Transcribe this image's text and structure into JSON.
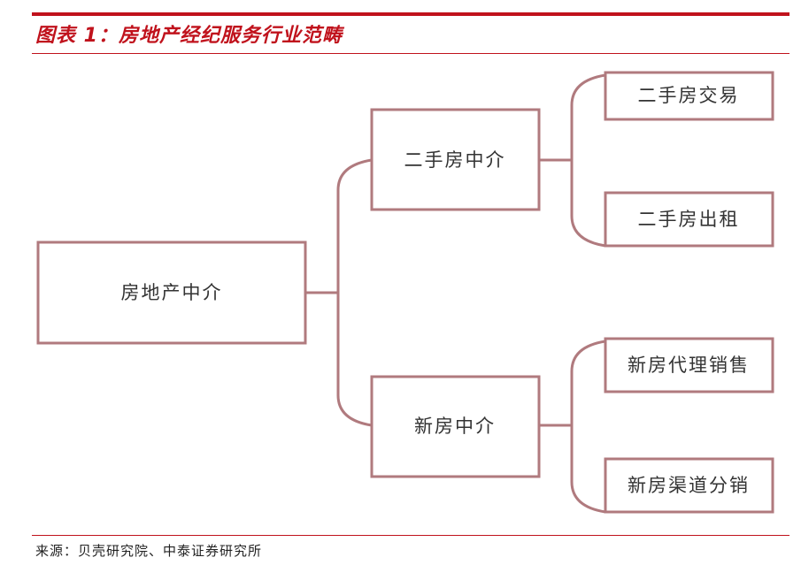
{
  "header": {
    "title": "图表 1：房地产经纪服务行业范畴"
  },
  "diagram": {
    "root": "房地产中介",
    "branches": [
      {
        "label": "二手房中介",
        "children": [
          "二手房交易",
          "二手房出租"
        ]
      },
      {
        "label": "新房中介",
        "children": [
          "新房代理销售",
          "新房渠道分销"
        ]
      }
    ],
    "colors": {
      "stroke": "#b07a7e",
      "accent": "#c0121c",
      "text": "#333333"
    }
  },
  "footer": {
    "source": "来源：贝壳研究院、中泰证券研究所"
  }
}
